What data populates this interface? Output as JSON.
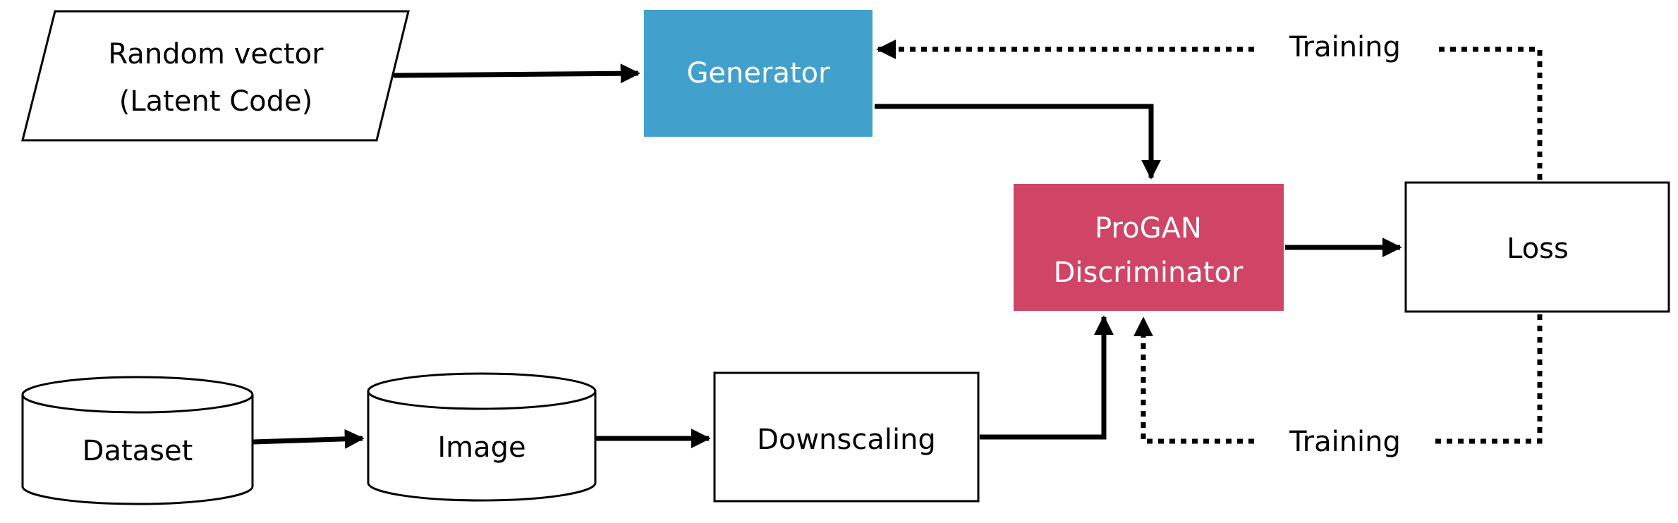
{
  "nodes": {
    "random_vector": {
      "line1": "Random vector",
      "line2": "(Latent Code)"
    },
    "generator": {
      "label": "Generator",
      "color": "#42A0CC"
    },
    "discriminator": {
      "line1": "ProGAN",
      "line2": "Discriminator",
      "color": "#D04465"
    },
    "loss": {
      "label": "Loss"
    },
    "dataset": {
      "label": "Dataset"
    },
    "image": {
      "label": "Image"
    },
    "downscaling": {
      "label": "Downscaling"
    }
  },
  "edges": {
    "training_top": "Training",
    "training_bottom": "Training"
  }
}
